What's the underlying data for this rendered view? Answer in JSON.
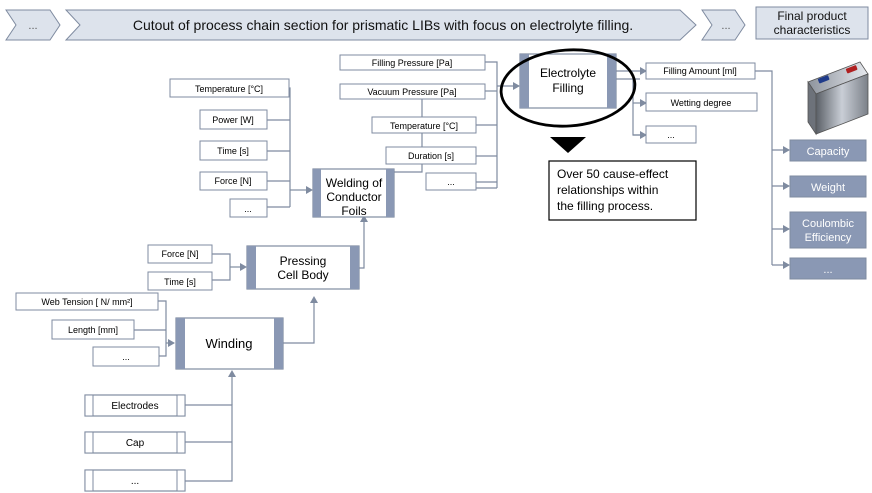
{
  "header": {
    "lead_chevron": "...",
    "title": "Cutout of process chain section for prismatic LIBs with focus on electrolyte filling.",
    "tail_chevron": "...",
    "final_line1": "Final product",
    "final_line2": "characteristics"
  },
  "processes": {
    "filling_line1": "Electrolyte",
    "filling_line2": "Filling",
    "welding_line1": "Welding of",
    "welding_line2": "Conductor",
    "welding_line3": "Foils",
    "pressing_line1": "Pressing",
    "pressing_line2": "Cell Body",
    "winding": "Winding"
  },
  "filling_params": {
    "p1": "Filling Pressure [Pa]",
    "p2": "Vacuum Pressure [Pa]",
    "p3": "Temperature [°C]",
    "p4": "Duration  [s]",
    "p5": "..."
  },
  "filling_outputs": {
    "o1": "Filling Amount [ml]",
    "o2": "Wetting degree",
    "o3": "..."
  },
  "welding_params": {
    "p1": "Temperature [°C]",
    "p2": "Power [W]",
    "p3": "Time [s]",
    "p4": "Force [N]",
    "p5": "..."
  },
  "pressing_params": {
    "p1": "Force [N]",
    "p2": "Time [s]"
  },
  "winding_params": {
    "p1": "Web  Tension [ N/ mm²]",
    "p2": "Length  [mm]",
    "p3": "..."
  },
  "materials": {
    "m1": "Electrodes",
    "m2": "Cap",
    "m3": "..."
  },
  "callout": {
    "line1": "Over 50 cause-effect",
    "line2": "relationships within",
    "line3": "the filling process."
  },
  "characteristics": {
    "c1": "Capacity",
    "c2": "Weight",
    "c3_line1": "Coulombic",
    "c3_line2": "Efficiency",
    "c4": "..."
  },
  "colors": {
    "process_fill": "#8a98b4",
    "characteristic_fill": "#8a98b4",
    "chevron_fill": "#dde3ec",
    "line": "#7f8ba0",
    "ellipse": "#000000"
  }
}
